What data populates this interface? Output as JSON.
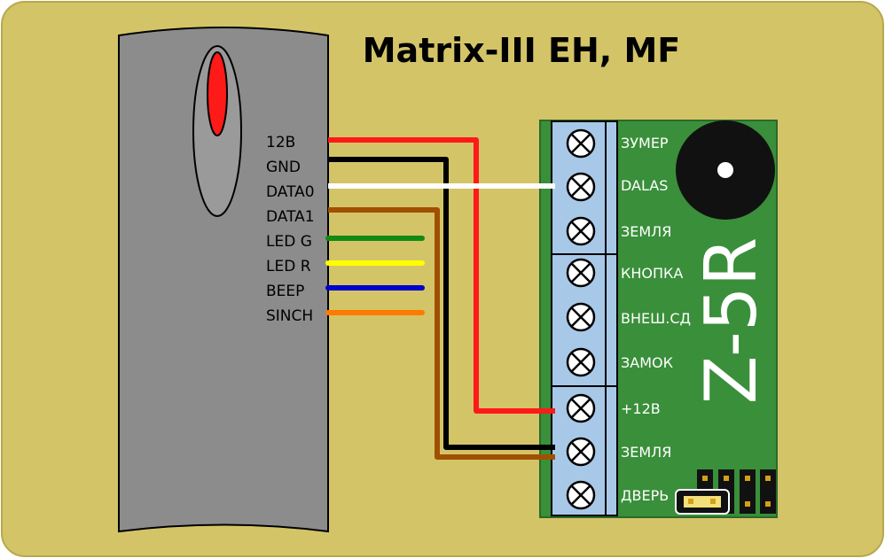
{
  "title": "Matrix-III EH, MF",
  "reader": {
    "pins": [
      {
        "label": "12В",
        "color": "#ff1a1a"
      },
      {
        "label": "GND",
        "color": "#000000"
      },
      {
        "label": "DATA0",
        "color": "#ffffff"
      },
      {
        "label": "DATA1",
        "color": "#a05000"
      },
      {
        "label": "LED G",
        "color": "#128a12"
      },
      {
        "label": "LED R",
        "color": "#ffff00"
      },
      {
        "label": "BEEP",
        "color": "#0000cc"
      },
      {
        "label": "SINCH",
        "color": "#ff7a00"
      }
    ]
  },
  "controller": {
    "name": "Z-5R",
    "terminals": [
      "ЗУМЕР",
      "DALAS",
      "ЗЕМЛЯ",
      "КНОПКА",
      "ВНЕШ.СД",
      "ЗАМОК",
      "+12В",
      "ЗЕМЛЯ",
      "ДВЕРЬ"
    ]
  },
  "colors": {
    "background": "#d4c468",
    "reader_body": "#8c8c8c",
    "board": "#3a8f3a",
    "terminal_block": "#a8c8e8",
    "reader_led": "#ff1a1a"
  }
}
